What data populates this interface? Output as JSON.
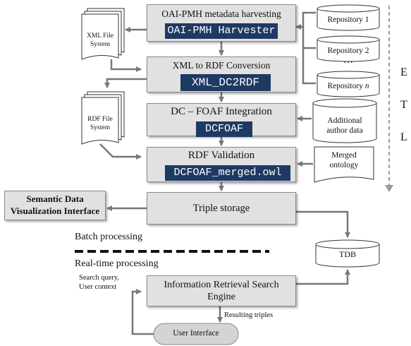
{
  "steps": {
    "harvest": {
      "caption": "OAI-PMH metadata harvesting",
      "tool": "OAI-PMH Harvester"
    },
    "convert": {
      "caption": "XML to RDF Conversion",
      "tool": "XML_DC2RDF"
    },
    "integrate": {
      "caption": "DC – FOAF Integration",
      "tool": "DCFOAF"
    },
    "validate": {
      "caption": "RDF Validation",
      "tool": "DCFOAF_merged.owl"
    },
    "storage": {
      "label": "Triple storage"
    },
    "search": {
      "line1": "Information Retrieval Search",
      "line2": "Engine"
    }
  },
  "repositories": [
    "Repository 1",
    "Repository 2",
    "Repository"
  ],
  "repository_last_suffix": "n",
  "ellipsis": "…",
  "additional_data": {
    "line1": "Additional",
    "line2": "author data"
  },
  "merged_ontology": {
    "line1": "Merged",
    "line2": "ontology"
  },
  "xml_fs": {
    "line1": "XML File",
    "line2": "System"
  },
  "rdf_fs": {
    "line1": "RDF File",
    "line2": "System"
  },
  "visualization": {
    "line1": "Semantic Data",
    "line2": "Visualization Interface"
  },
  "tdb": "TDB",
  "batch_label": "Batch processing",
  "realtime_label": "Real-time processing",
  "search_query": {
    "line1": "Search query,",
    "line2": "User context"
  },
  "resulting_triples": "Resulting triples",
  "user_interface": "User Interface",
  "etl": [
    "E",
    "T",
    "L"
  ],
  "colors": {
    "box_fill": "#e1e1e1",
    "tool_fill": "#1e3a63",
    "arrow": "#777777"
  }
}
